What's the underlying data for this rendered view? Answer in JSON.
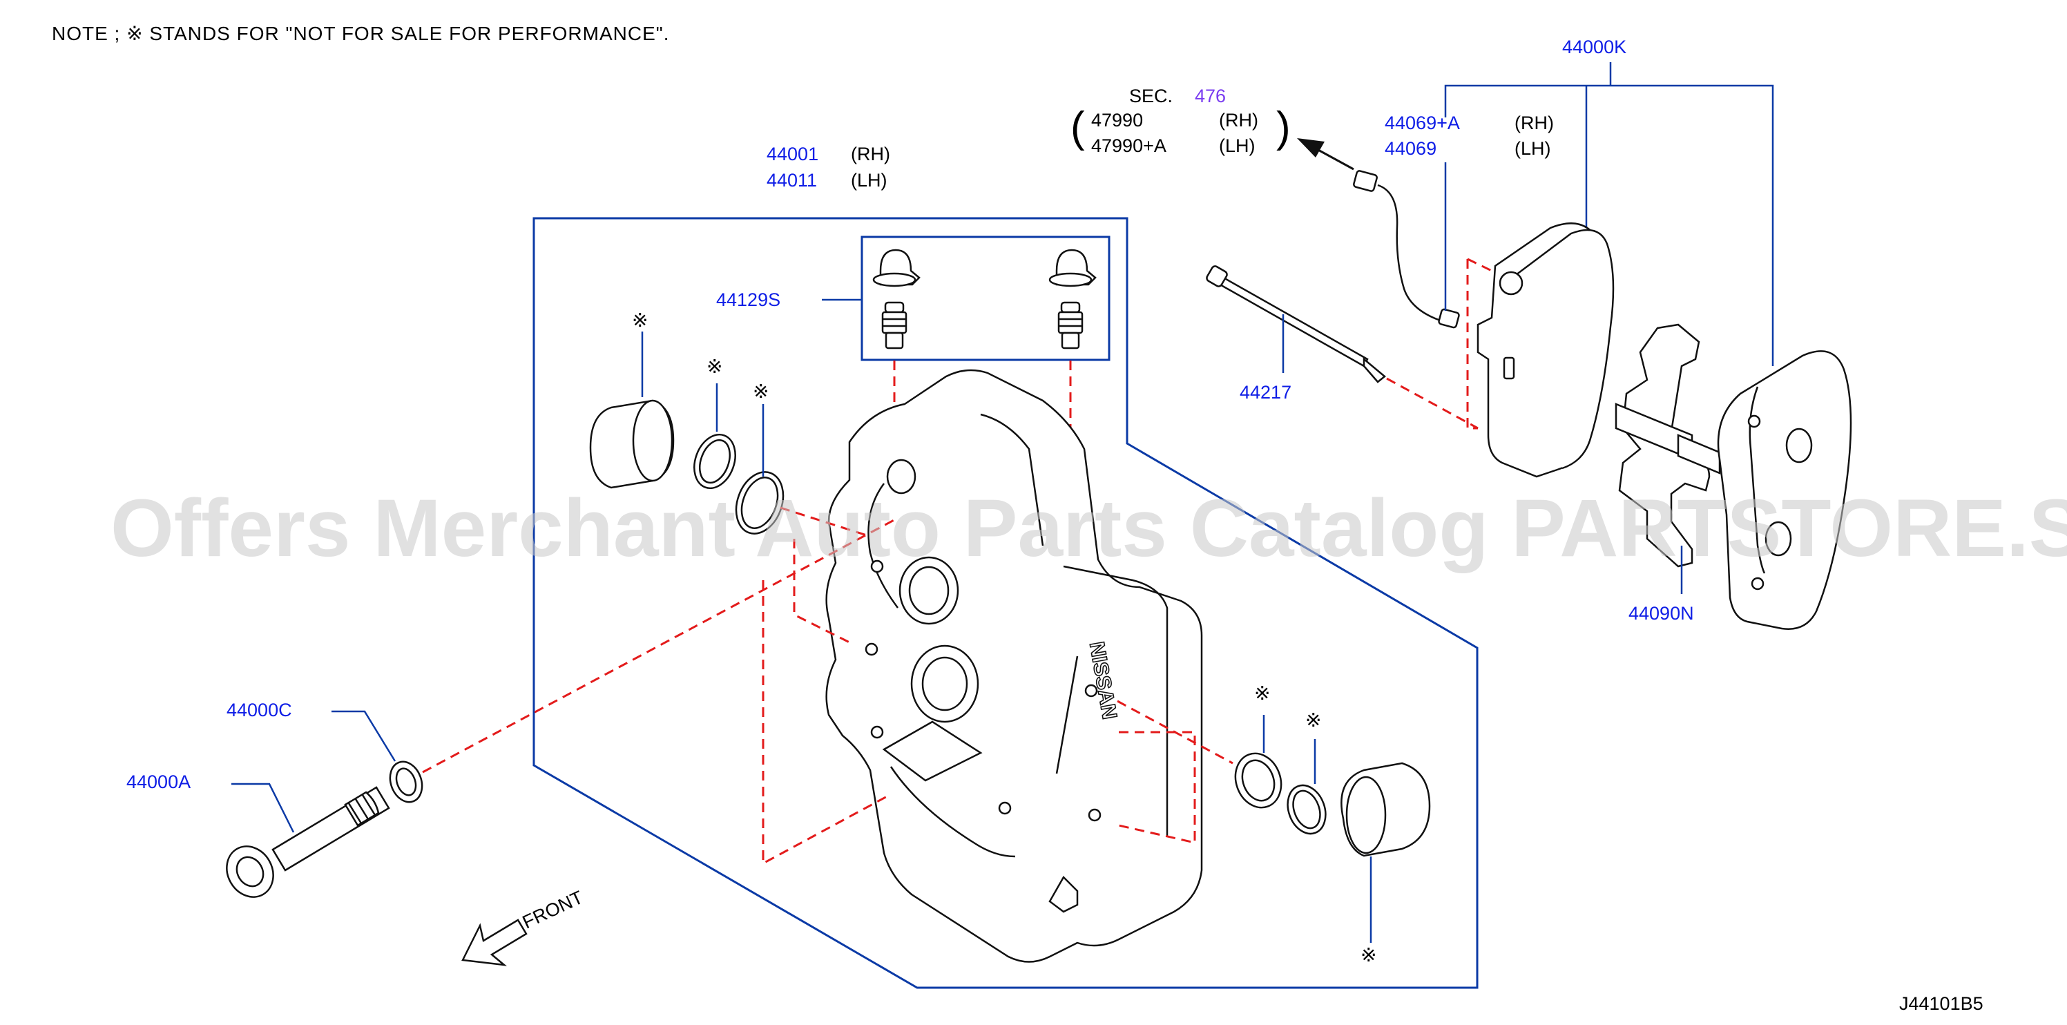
{
  "note": "NOTE ; ※ STANDS FOR \"NOT FOR SALE FOR PERFORMANCE\".",
  "watermark": "Offers Merchant Auto Parts Catalog PARTSTORE.SA",
  "diagram_code": "J44101B5",
  "not_for_sale_mark": "※",
  "labels": {
    "caliper_rh": "44001",
    "caliper_rh_side": "(RH)",
    "caliper_lh": "44011",
    "caliper_lh_side": "(LH)",
    "bleeder_kit": "44129S",
    "pin": "44217",
    "pad_kit": "44000K",
    "sensor_rh": "44069+A",
    "sensor_rh_side": "(RH)",
    "sensor_lh": "44069",
    "sensor_lh_side": "(LH)",
    "sec_prefix": "SEC.",
    "sec_number": "476",
    "sec_item_1": "47990",
    "sec_item_1_side": "(RH)",
    "sec_item_2": "47990+A",
    "sec_item_2_side": "(LH)",
    "shim": "44090N",
    "washer": "44000C",
    "bolt": "44000A",
    "front": "FRONT"
  },
  "colors": {
    "part_number": "#0f1ee6",
    "leader_line": "#0b3aa6",
    "dashed_line": "#e31b1b",
    "section_link": "#7a3cf0"
  }
}
